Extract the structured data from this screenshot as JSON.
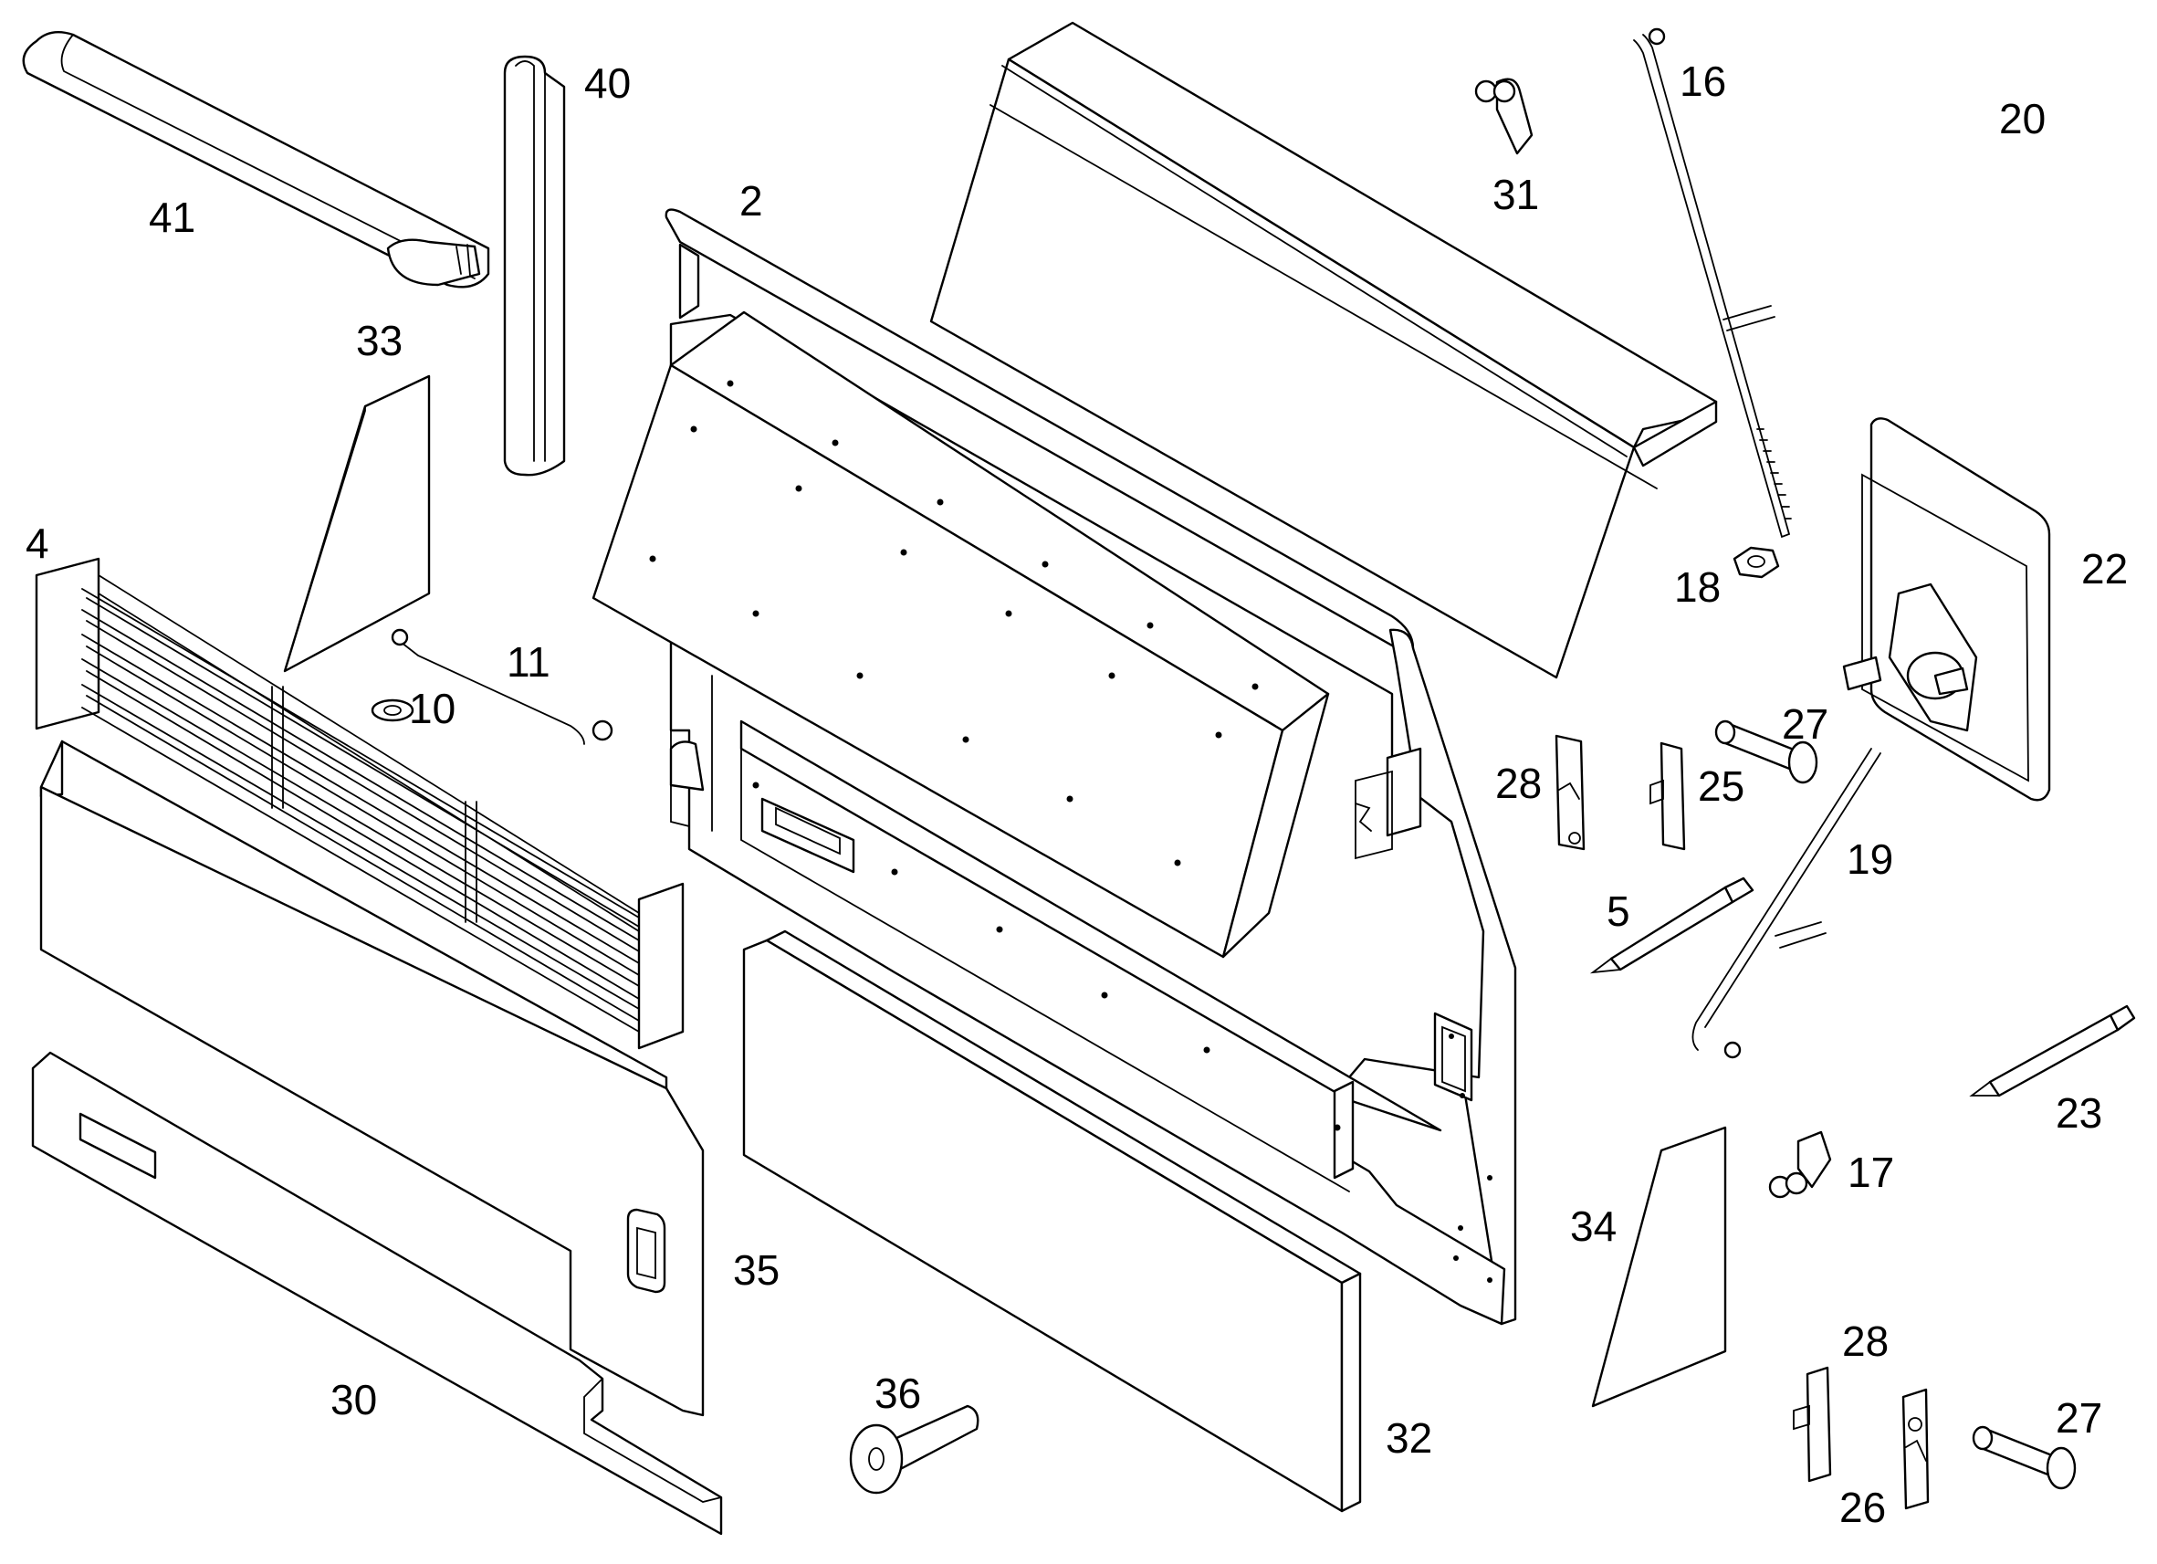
{
  "diagram": {
    "line_color": "#000000",
    "background": "#ffffff",
    "callouts": {
      "p2": "2",
      "p4": "4",
      "p5": "5",
      "p10": "10",
      "p11": "11",
      "p16": "16",
      "p17": "17",
      "p18": "18",
      "p19": "19",
      "p20": "20",
      "p22": "22",
      "p23": "23",
      "p25": "25",
      "p26": "26",
      "p27a": "27",
      "p27b": "27",
      "p28a": "28",
      "p28b": "28",
      "p30": "30",
      "p31": "31",
      "p32": "32",
      "p33": "33",
      "p34": "34",
      "p35": "35",
      "p36": "36",
      "p40": "40",
      "p41": "41"
    }
  }
}
